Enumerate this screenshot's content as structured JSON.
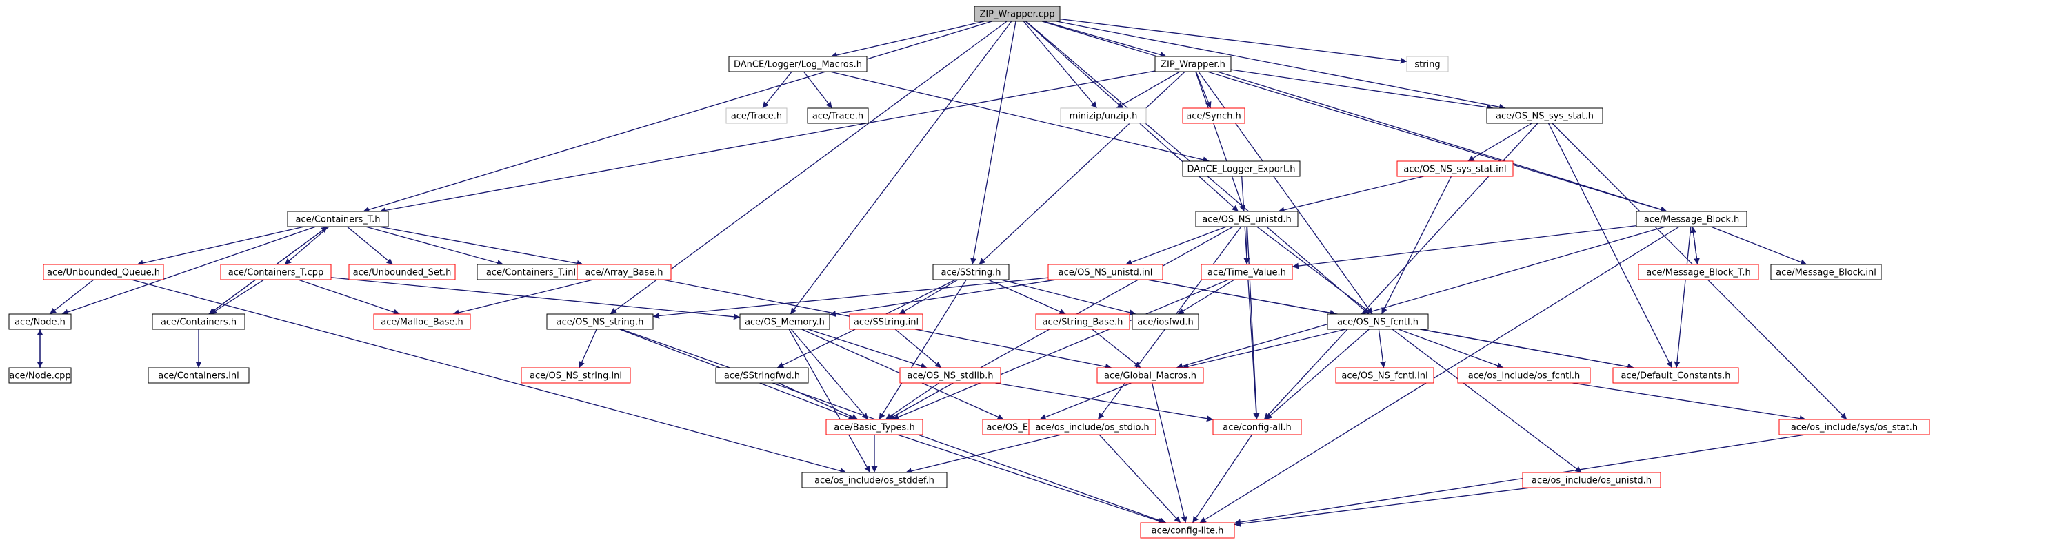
{
  "graph": {
    "colors": {
      "root_fill": "#bfbfbf",
      "normal_border": "#000000",
      "missing_border": "#ff0000",
      "external_border": "#bfbfbf",
      "edge": "#191970",
      "text": "#000000"
    },
    "nodes": [
      {
        "id": "zip_wrapper_cpp",
        "label": "ZIP_Wrapper.cpp",
        "kind": "root"
      },
      {
        "id": "log_macros",
        "label": "DAnCE/Logger/Log_Macros.h",
        "kind": "normal"
      },
      {
        "id": "zip_wrapper_h",
        "label": "ZIP_Wrapper.h",
        "kind": "normal"
      },
      {
        "id": "string",
        "label": "string",
        "kind": "external"
      },
      {
        "id": "trace_h_ext",
        "label": "ace/Trace.h",
        "kind": "external"
      },
      {
        "id": "trace_h",
        "label": "ace/Trace.h",
        "kind": "normal"
      },
      {
        "id": "unzip",
        "label": "minizip/unzip.h",
        "kind": "external"
      },
      {
        "id": "synch",
        "label": "ace/Synch.h",
        "kind": "missing"
      },
      {
        "id": "os_sys_stat_h",
        "label": "ace/OS_NS_sys_stat.h",
        "kind": "normal"
      },
      {
        "id": "logger_export",
        "label": "DAnCE_Logger_Export.h",
        "kind": "normal"
      },
      {
        "id": "os_sys_stat_inl",
        "label": "ace/OS_NS_sys_stat.inl",
        "kind": "missing"
      },
      {
        "id": "containers_t_h",
        "label": "ace/Containers_T.h",
        "kind": "normal"
      },
      {
        "id": "os_unistd_h",
        "label": "ace/OS_NS_unistd.h",
        "kind": "normal"
      },
      {
        "id": "message_block_h",
        "label": "ace/Message_Block.h",
        "kind": "normal"
      },
      {
        "id": "unbounded_queue",
        "label": "ace/Unbounded_Queue.h",
        "kind": "missing"
      },
      {
        "id": "containers_t_cpp",
        "label": "ace/Containers_T.cpp",
        "kind": "missing"
      },
      {
        "id": "unbounded_set",
        "label": "ace/Unbounded_Set.h",
        "kind": "missing"
      },
      {
        "id": "containers_t_inl",
        "label": "ace/Containers_T.inl",
        "kind": "normal"
      },
      {
        "id": "array_base",
        "label": "ace/Array_Base.h",
        "kind": "missing"
      },
      {
        "id": "sstring_h",
        "label": "ace/SString.h",
        "kind": "normal"
      },
      {
        "id": "os_unistd_inl",
        "label": "ace/OS_NS_unistd.inl",
        "kind": "missing"
      },
      {
        "id": "time_value",
        "label": "ace/Time_Value.h",
        "kind": "missing"
      },
      {
        "id": "message_block_t",
        "label": "ace/Message_Block_T.h",
        "kind": "missing"
      },
      {
        "id": "message_block_inl",
        "label": "ace/Message_Block.inl",
        "kind": "normal"
      },
      {
        "id": "node_h",
        "label": "ace/Node.h",
        "kind": "normal"
      },
      {
        "id": "containers_h",
        "label": "ace/Containers.h",
        "kind": "normal"
      },
      {
        "id": "malloc_base",
        "label": "ace/Malloc_Base.h",
        "kind": "missing"
      },
      {
        "id": "os_string_h",
        "label": "ace/OS_NS_string.h",
        "kind": "normal"
      },
      {
        "id": "os_memory",
        "label": "ace/OS_Memory.h",
        "kind": "normal"
      },
      {
        "id": "sstring_inl",
        "label": "ace/SString.inl",
        "kind": "missing"
      },
      {
        "id": "string_base",
        "label": "ace/String_Base.h",
        "kind": "missing"
      },
      {
        "id": "iosfwd",
        "label": "ace/iosfwd.h",
        "kind": "normal"
      },
      {
        "id": "os_fcntl_h",
        "label": "ace/OS_NS_fcntl.h",
        "kind": "normal"
      },
      {
        "id": "node_cpp",
        "label": "ace/Node.cpp",
        "kind": "normal"
      },
      {
        "id": "containers_inl",
        "label": "ace/Containers.inl",
        "kind": "normal"
      },
      {
        "id": "os_string_inl",
        "label": "ace/OS_NS_string.inl",
        "kind": "missing"
      },
      {
        "id": "sstringfwd",
        "label": "ace/SStringfwd.h",
        "kind": "normal"
      },
      {
        "id": "os_stdlib",
        "label": "ace/OS_NS_stdlib.h",
        "kind": "missing"
      },
      {
        "id": "global_macros",
        "label": "ace/Global_Macros.h",
        "kind": "missing"
      },
      {
        "id": "os_fcntl_inl",
        "label": "ace/OS_NS_fcntl.inl",
        "kind": "missing"
      },
      {
        "id": "os_include_fcntl",
        "label": "ace/os_include/os_fcntl.h",
        "kind": "missing"
      },
      {
        "id": "default_constants",
        "label": "ace/Default_Constants.h",
        "kind": "missing"
      },
      {
        "id": "basic_types",
        "label": "ace/Basic_Types.h",
        "kind": "missing"
      },
      {
        "id": "os_errno",
        "label": "ace/OS_Errno.h",
        "kind": "missing"
      },
      {
        "id": "os_include_stdio",
        "label": "ace/os_include/os_stdio.h",
        "kind": "missing"
      },
      {
        "id": "config_all",
        "label": "ace/config-all.h",
        "kind": "missing"
      },
      {
        "id": "os_include_sys_stat",
        "label": "ace/os_include/sys/os_stat.h",
        "kind": "missing"
      },
      {
        "id": "os_include_stddef",
        "label": "ace/os_include/os_stddef.h",
        "kind": "normal"
      },
      {
        "id": "os_include_unistd",
        "label": "ace/os_include/os_unistd.h",
        "kind": "missing"
      },
      {
        "id": "config_lite",
        "label": "ace/config-lite.h",
        "kind": "missing"
      }
    ],
    "edges": [
      [
        "zip_wrapper_cpp",
        "log_macros"
      ],
      [
        "zip_wrapper_cpp",
        "zip_wrapper_h"
      ],
      [
        "zip_wrapper_cpp",
        "string"
      ],
      [
        "zip_wrapper_cpp",
        "os_sys_stat_h"
      ],
      [
        "zip_wrapper_cpp",
        "unzip"
      ],
      [
        "zip_wrapper_cpp",
        "containers_t_h"
      ],
      [
        "zip_wrapper_cpp",
        "os_unistd_h"
      ],
      [
        "zip_wrapper_cpp",
        "message_block_h"
      ],
      [
        "zip_wrapper_cpp",
        "sstring_h"
      ],
      [
        "zip_wrapper_cpp",
        "os_fcntl_h"
      ],
      [
        "zip_wrapper_cpp",
        "os_string_h"
      ],
      [
        "zip_wrapper_cpp",
        "os_memory"
      ],
      [
        "log_macros",
        "trace_h_ext"
      ],
      [
        "log_macros",
        "trace_h"
      ],
      [
        "log_macros",
        "logger_export"
      ],
      [
        "zip_wrapper_h",
        "unzip"
      ],
      [
        "zip_wrapper_h",
        "synch"
      ],
      [
        "zip_wrapper_h",
        "os_sys_stat_h"
      ],
      [
        "zip_wrapper_h",
        "containers_t_h"
      ],
      [
        "zip_wrapper_h",
        "sstring_h"
      ],
      [
        "zip_wrapper_h",
        "message_block_h"
      ],
      [
        "zip_wrapper_h",
        "os_fcntl_h"
      ],
      [
        "zip_wrapper_h",
        "os_unistd_h"
      ],
      [
        "os_sys_stat_h",
        "os_sys_stat_inl"
      ],
      [
        "os_sys_stat_h",
        "config_all"
      ],
      [
        "os_sys_stat_h",
        "os_include_sys_stat"
      ],
      [
        "os_sys_stat_h",
        "default_constants"
      ],
      [
        "os_sys_stat_inl",
        "os_unistd_h"
      ],
      [
        "os_sys_stat_inl",
        "os_fcntl_h"
      ],
      [
        "logger_export",
        "config_all"
      ],
      [
        "containers_t_h",
        "unbounded_queue"
      ],
      [
        "containers_t_h",
        "containers_t_cpp"
      ],
      [
        "containers_t_h",
        "unbounded_set"
      ],
      [
        "containers_t_h",
        "containers_t_inl"
      ],
      [
        "containers_t_h",
        "array_base"
      ],
      [
        "containers_t_h",
        "node_h"
      ],
      [
        "containers_t_h",
        "containers_h"
      ],
      [
        "containers_h",
        "containers_t_h"
      ],
      [
        "containers_h",
        "containers_inl"
      ],
      [
        "unbounded_queue",
        "node_h"
      ],
      [
        "unbounded_queue",
        "os_include_stddef"
      ],
      [
        "containers_t_cpp",
        "malloc_base"
      ],
      [
        "containers_t_cpp",
        "containers_h"
      ],
      [
        "containers_t_cpp",
        "os_memory"
      ],
      [
        "array_base",
        "malloc_base"
      ],
      [
        "array_base",
        "global_macros"
      ],
      [
        "node_h",
        "node_cpp"
      ],
      [
        "node_cpp",
        "node_h"
      ],
      [
        "os_unistd_h",
        "os_unistd_inl"
      ],
      [
        "os_unistd_h",
        "time_value"
      ],
      [
        "os_unistd_h",
        "basic_types"
      ],
      [
        "os_unistd_h",
        "config_all"
      ],
      [
        "os_unistd_h",
        "os_include_unistd"
      ],
      [
        "os_unistd_h",
        "os_include_stdio"
      ],
      [
        "os_unistd_inl",
        "os_memory"
      ],
      [
        "os_unistd_inl",
        "os_string_h"
      ],
      [
        "os_unistd_inl",
        "os_fcntl_h"
      ],
      [
        "os_unistd_inl",
        "default_constants"
      ],
      [
        "message_block_h",
        "time_value"
      ],
      [
        "message_block_h",
        "message_block_t"
      ],
      [
        "message_block_h",
        "message_block_inl"
      ],
      [
        "message_block_h",
        "global_macros"
      ],
      [
        "message_block_h",
        "default_constants"
      ],
      [
        "message_block_h",
        "config_lite"
      ],
      [
        "message_block_t",
        "message_block_h"
      ],
      [
        "time_value",
        "iosfwd"
      ],
      [
        "time_value",
        "basic_types"
      ],
      [
        "sstring_h",
        "sstring_inl"
      ],
      [
        "sstring_h",
        "string_base"
      ],
      [
        "sstring_h",
        "sstringfwd"
      ],
      [
        "sstring_h",
        "iosfwd"
      ],
      [
        "sstring_h",
        "basic_types"
      ],
      [
        "sstring_inl",
        "os_stdlib"
      ],
      [
        "string_base",
        "global_macros"
      ],
      [
        "os_string_h",
        "os_string_inl"
      ],
      [
        "os_string_h",
        "basic_types"
      ],
      [
        "os_string_h",
        "config_lite"
      ],
      [
        "os_memory",
        "os_stdlib"
      ],
      [
        "os_memory",
        "basic_types"
      ],
      [
        "os_memory",
        "os_errno"
      ],
      [
        "os_memory",
        "os_include_stddef"
      ],
      [
        "os_stdlib",
        "basic_types"
      ],
      [
        "os_stdlib",
        "config_all"
      ],
      [
        "sstringfwd",
        "basic_types"
      ],
      [
        "os_fcntl_h",
        "os_fcntl_inl"
      ],
      [
        "os_fcntl_h",
        "os_include_fcntl"
      ],
      [
        "os_fcntl_h",
        "global_macros"
      ],
      [
        "os_fcntl_h",
        "default_constants"
      ],
      [
        "os_fcntl_h",
        "config_all"
      ],
      [
        "os_include_fcntl",
        "os_include_sys_stat"
      ],
      [
        "global_macros",
        "config_lite"
      ],
      [
        "global_macros",
        "os_errno"
      ],
      [
        "os_include_stdio",
        "os_include_stddef"
      ],
      [
        "os_include_stdio",
        "config_lite"
      ],
      [
        "basic_types",
        "os_include_stddef"
      ],
      [
        "basic_types",
        "config_lite"
      ],
      [
        "config_all",
        "config_lite"
      ],
      [
        "os_include_sys_stat",
        "config_lite"
      ],
      [
        "os_include_unistd",
        "config_lite"
      ]
    ]
  }
}
